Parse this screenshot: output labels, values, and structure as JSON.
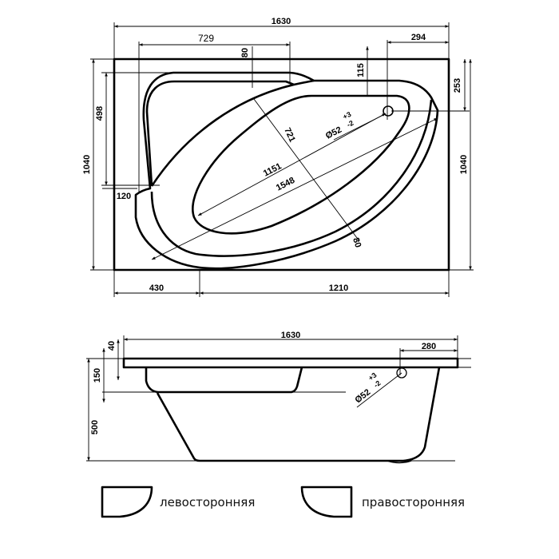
{
  "top_view": {
    "width": "1630",
    "seat_length": "729",
    "seat_offset": "80",
    "drain_offset_top": "115",
    "drain_offset_right": "294",
    "right_depth_253": "253",
    "height_left": "1040",
    "height_right": "1040",
    "seat_depth": "498",
    "notch": "120",
    "diagonal_width": "721",
    "inner_length": "1151",
    "outer_length": "1548",
    "rim_width": "80",
    "drain_diameter": "Ø52",
    "drain_tol_plus": "+3",
    "drain_tol_minus": "-2",
    "bottom_left": "430",
    "bottom_right": "1210"
  },
  "side_view": {
    "width": "1630",
    "drain_offset": "280",
    "rim_height": "40",
    "seat_height": "150",
    "total_height": "500",
    "drain_diameter": "Ø52",
    "drain_tol_plus": "+3",
    "drain_tol_minus": "-2"
  },
  "legend": [
    {
      "label": "левосторонняя"
    },
    {
      "label": "правосторонняя"
    }
  ]
}
